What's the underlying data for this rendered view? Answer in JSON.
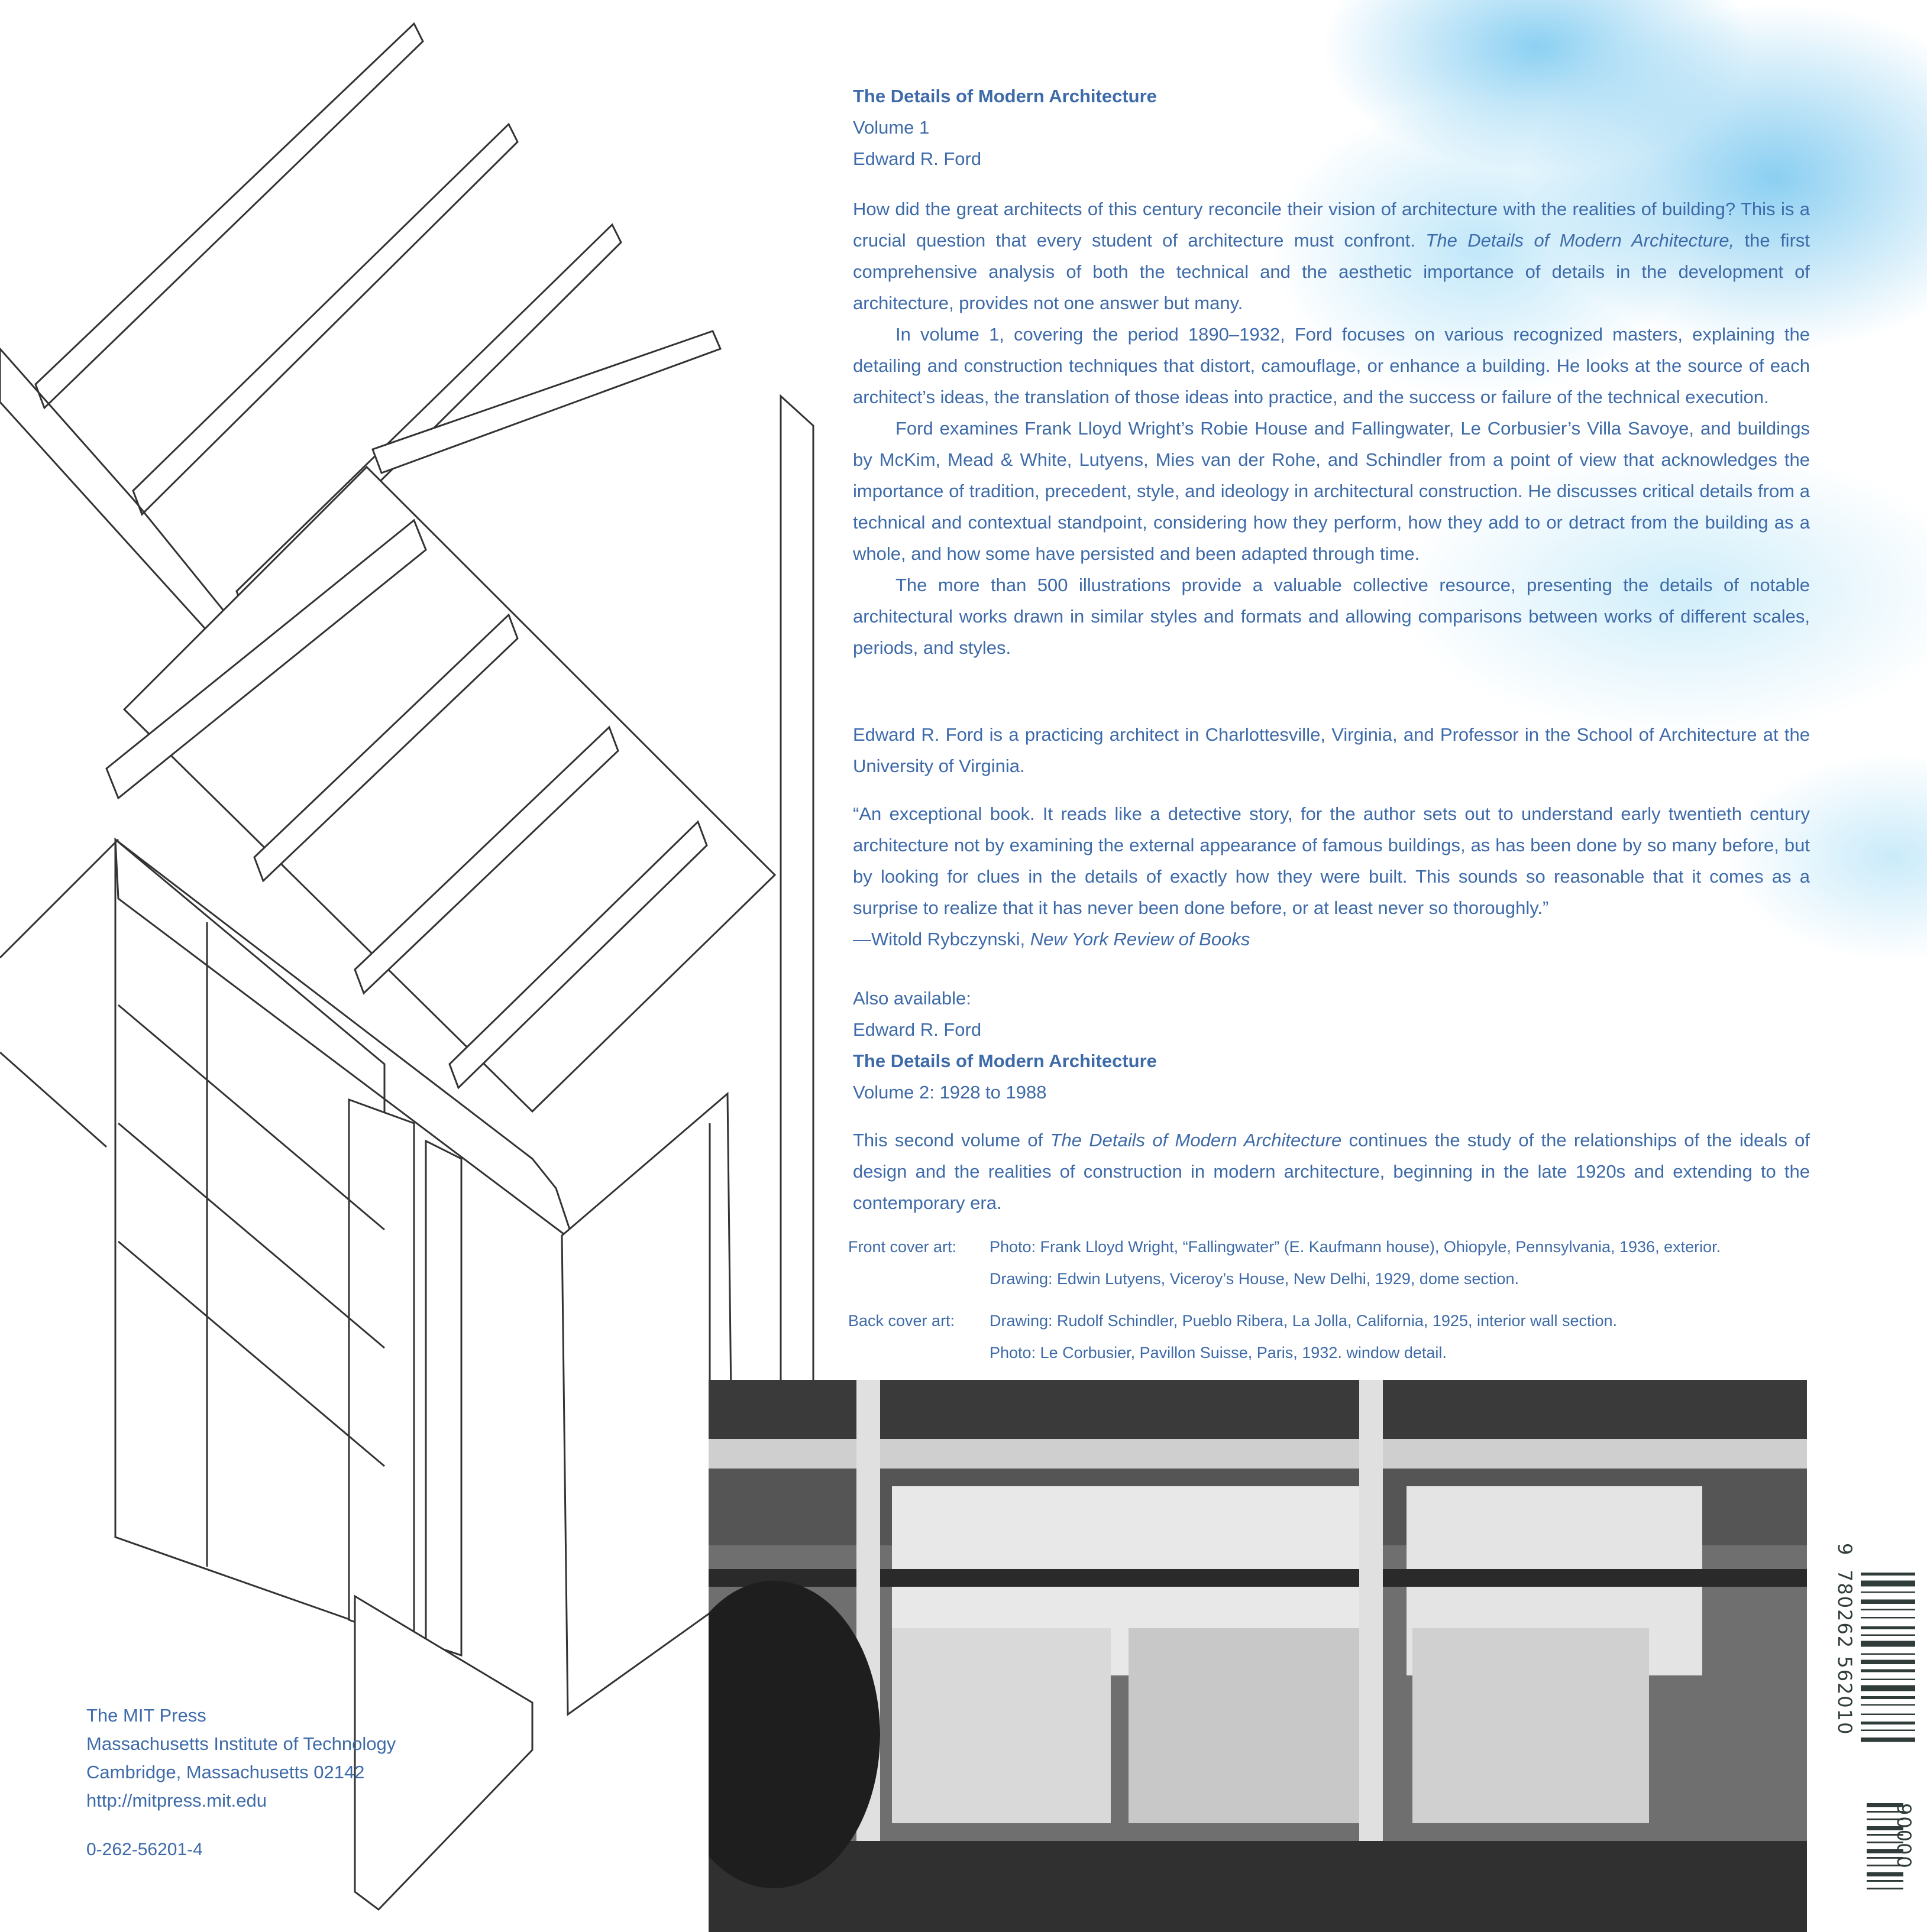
{
  "colors": {
    "text": "#3d6aa8",
    "sky": "#8fd3f2",
    "barcode": "#2f3c3a"
  },
  "header": {
    "title": "The Details of Modern Architecture",
    "volume": "Volume 1",
    "author": "Edward R. Ford"
  },
  "description": {
    "p1_a": "How did the great architects of this century reconcile their vision of architecture with the realities of building? This is a crucial question that every student of architecture must confront. ",
    "p1_italic": "The Details of Modern Architecture,",
    "p1_b": " the first comprehensive analysis of both the technical and the aesthetic importance of details in the development of architecture, provides not one answer but many.",
    "p2": "In volume 1, covering the period 1890–1932, Ford focuses on various recognized masters, explaining the detailing and construction techniques that distort, camouflage, or enhance a building. He looks at the source of each architect’s ideas, the translation of those ideas into practice, and the success or failure of the technical execution.",
    "p3": "Ford examines Frank Lloyd Wright’s Robie House and Fallingwater, Le Corbusier’s Villa Savoye, and buildings by McKim, Mead & White, Lutyens, Mies van der Rohe, and Schindler from a point of view that acknowledges the importance of tradition, precedent, style, and ideology in architectural construction. He discusses critical details from a technical and contextual standpoint, considering how they perform, how they add to or detract from the building as a whole, and how some have persisted and been adapted through time.",
    "p4": "The more than 500 illustrations provide a valuable collective resource, presenting the details of notable architectural works drawn in similar styles and formats and allowing comparisons between works of different scales, periods, and styles."
  },
  "bio": "Edward R. Ford is a practicing architect in Charlottesville, Virginia, and Professor in the School of Architecture at the University of Virginia.",
  "review": {
    "quote": "“An exceptional book. It reads like a detective story, for the author sets out to understand early twentieth century architecture not by examining the external appearance of famous buildings, as has been done by so many before, but by looking for clues in the details of exactly how they were built. This sounds so reasonable that it comes as a surprise to realize that it has never been done before, or at least never so thoroughly.”",
    "attribution": "—Witold Rybczynski, ",
    "source": "New York Review of Books"
  },
  "also_available": {
    "label": "Also available:",
    "author": "Edward R. Ford",
    "title": "The Details of Modern Architecture",
    "volume": "Volume 2: 1928 to 1988",
    "desc_a": "This second volume of ",
    "desc_italic": "The Details of Modern Architecture",
    "desc_b": " continues the study of the relationships of the ideals of design and the realities of construction in modern architecture, beginning in the late 1920s and extending to the contemporary era."
  },
  "credits": {
    "front_label": "Front cover art:",
    "front_1": "Photo: Frank Lloyd Wright, “Fallingwater” (E. Kaufmann house), Ohiopyle, Pennsylvania, 1936, exterior.",
    "front_2": "Drawing: Edwin Lutyens, Viceroy’s House, New Delhi, 1929, dome section.",
    "back_label": "Back cover art:",
    "back_1": "Drawing: Rudolf Schindler, Pueblo Ribera, La Jolla, California, 1925, interior wall section.",
    "back_2": "Photo: Le Corbusier, Pavillon Suisse, Paris, 1932. window detail."
  },
  "publisher": {
    "name": "The MIT Press",
    "institution": "Massachusetts Institute of Technology",
    "city": "Cambridge, Massachusetts 02142",
    "url": "http://mitpress.mit.edu",
    "isbn": "0-262-56201-4"
  },
  "barcode": {
    "prefix": "9",
    "digits": "780262 562010",
    "addon": "90000"
  }
}
